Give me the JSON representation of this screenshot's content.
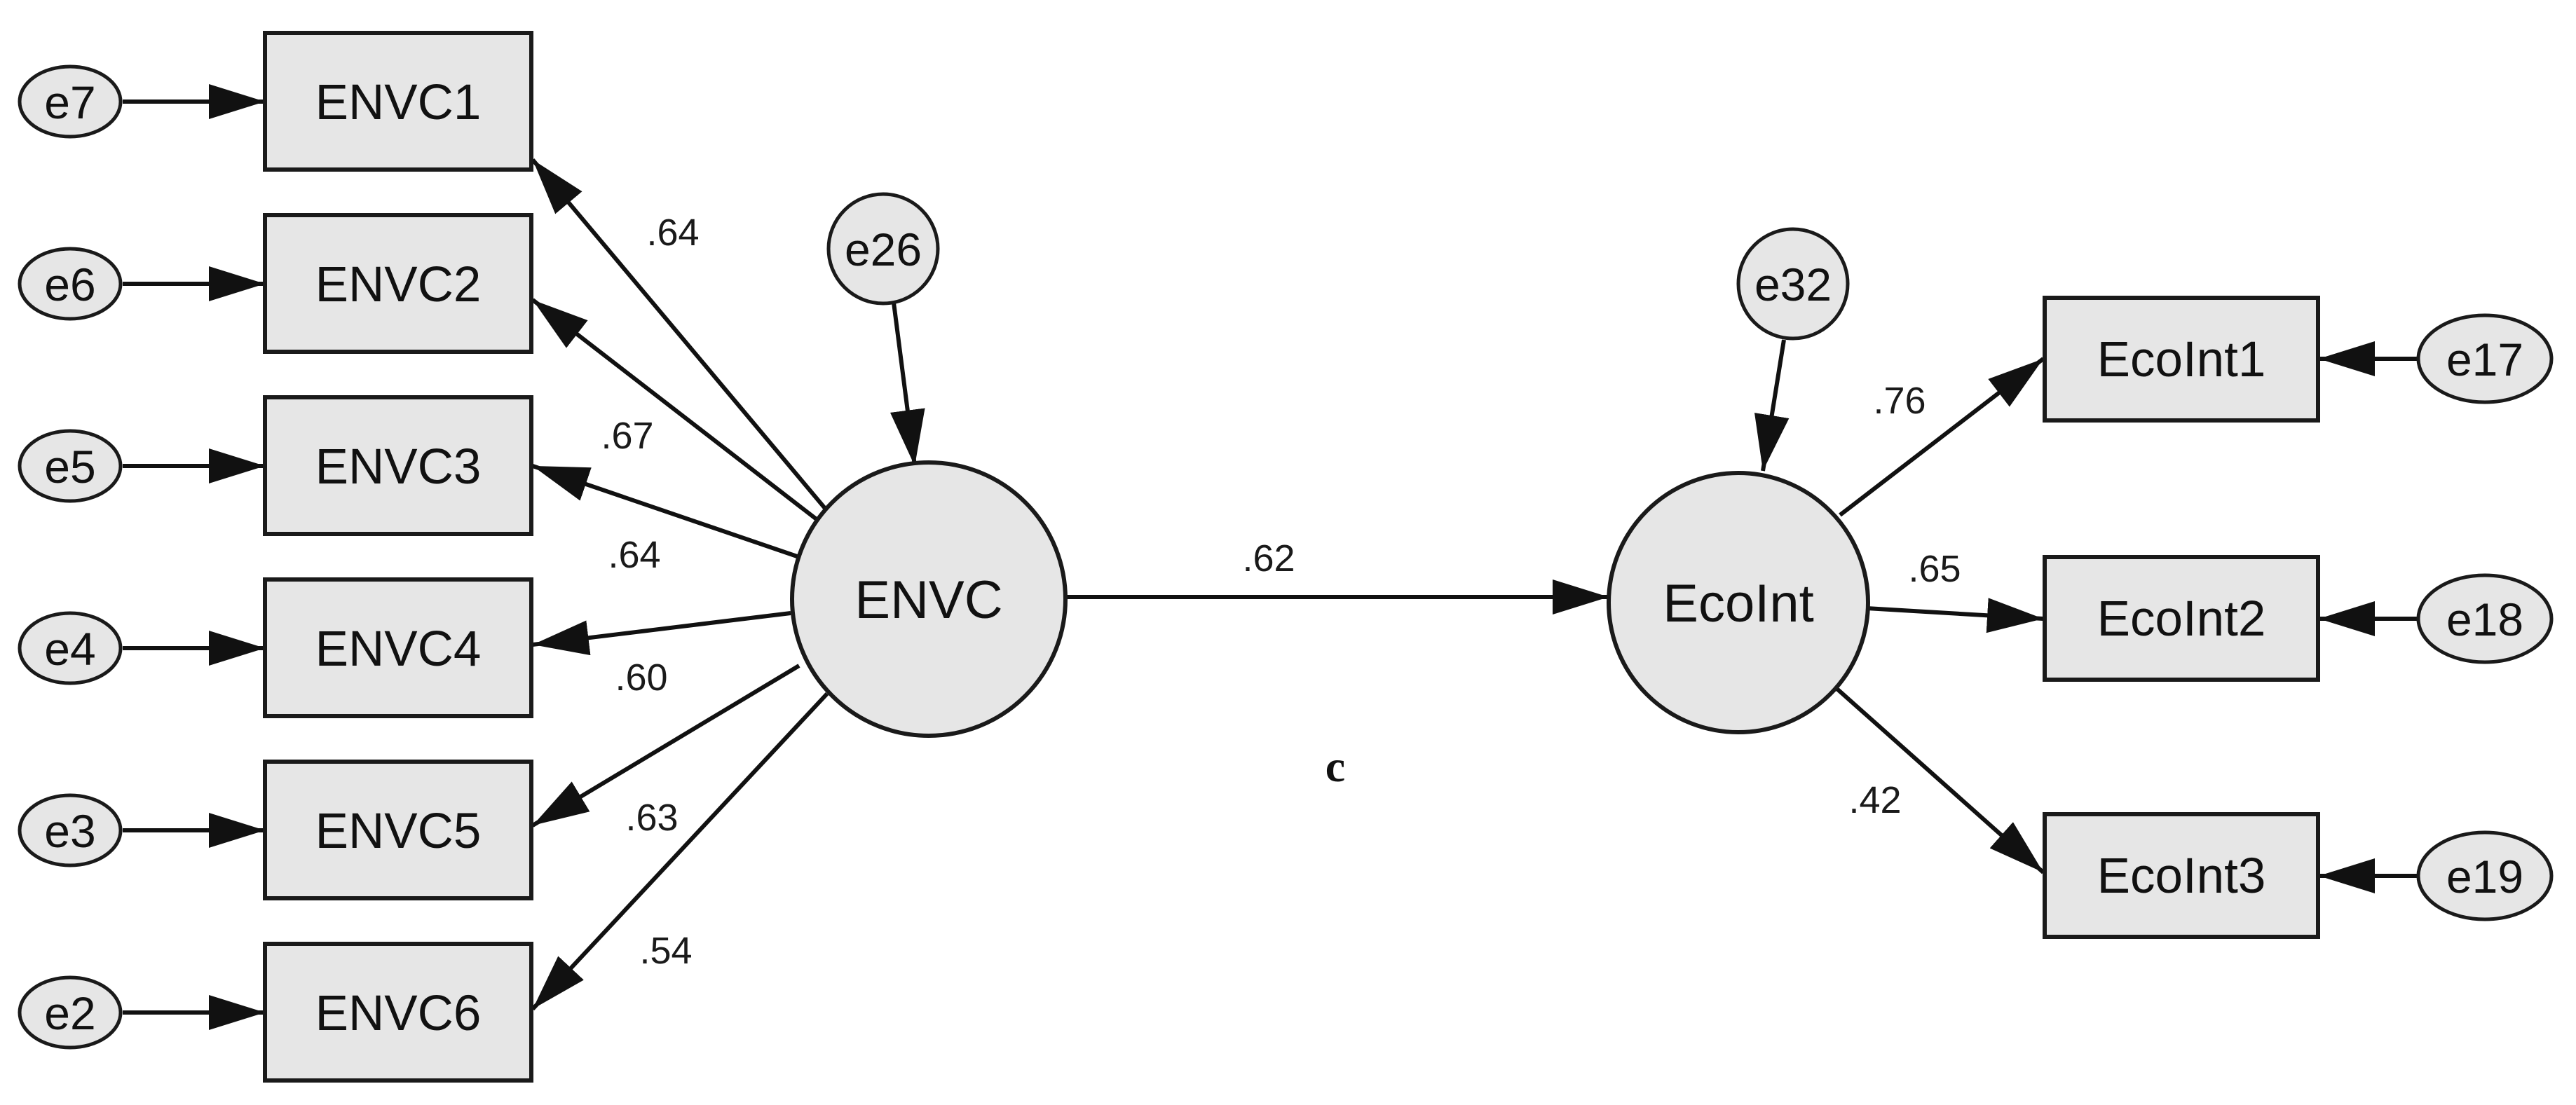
{
  "panel_label": "c",
  "latents": {
    "envc": {
      "label": "ENVC",
      "error": "e26"
    },
    "ecoint": {
      "label": "EcoInt",
      "error": "e32"
    }
  },
  "structural": {
    "coefficient": ".62"
  },
  "indicators_left": [
    {
      "label": "ENVC1",
      "error": "e7",
      "loading": ".64"
    },
    {
      "label": "ENVC2",
      "error": "e6",
      "loading": ""
    },
    {
      "label": "ENVC3",
      "error": "e5",
      "loading": ".67"
    },
    {
      "label": "ENVC4",
      "error": "e4",
      "loading": ".64"
    },
    {
      "label": "ENVC5",
      "error": "e3",
      "loading": ".60"
    },
    {
      "label": "ENVC6",
      "error": "e2",
      "loading": ".63"
    }
  ],
  "extra_left_loading": ".54",
  "indicators_right": [
    {
      "label": "EcoInt1",
      "error": "e17",
      "loading": ".76"
    },
    {
      "label": "EcoInt2",
      "error": "e18",
      "loading": ".65"
    },
    {
      "label": "EcoInt3",
      "error": "e19",
      "loading": ".42"
    }
  ],
  "colors": {
    "fill": "#e6e6e6",
    "stroke": "#1a1a1a",
    "background": "#ffffff"
  }
}
